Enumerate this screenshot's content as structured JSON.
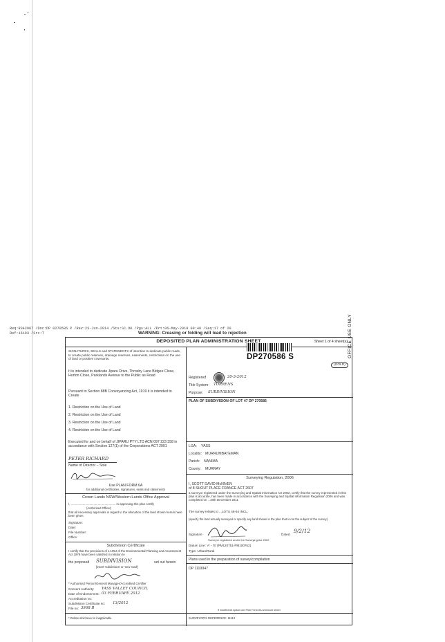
{
  "header": {
    "line1": "Req:R342967 /Doc:DP 0270586 P /Rev:23-Jun-2014 /Sts:SC.OK /Pgs:ALL /Prt:06-May-2019 09:40 /Seq:17 of 20",
    "line2": "Ref:16193 /Src:T",
    "warning": "WARNING: Creasing or folding will lead to rejection"
  },
  "side_label": "OFFICE USE ONLY",
  "sheet": {
    "title": "DEPOSITED PLAN ADMINISTRATION SHEET",
    "sheet_no": "Sheet  1  of  4  sheet(s)"
  },
  "left": {
    "signatures_heading": "SIGNATURES, SEALS and STATEMENTS of intention to dedicate public roads, to create public reserves, drainage reserves, easements, restrictions on the use of land or positive covenants.",
    "intention_text": "It is intended to dedicate Jiparu Drive, Throsby Lane Bidgee Close, Horton Close, Parklands Avenue to the Public as Road",
    "pursuant_text": "Pursuant to Section 88B Conveyancing Act, 1919 it is intended to Create",
    "restrictions": [
      "1.  Restriction on the Use of Land",
      "2.  Restriction on the Use of Land",
      "3.  Restriction on the Use of Land",
      "4.  Restriction on the Use of Land"
    ],
    "executed_text": "Executed for and on behalf of JIPARU PTY LTD ACN 097 223 358 in accordance with Section 127(1) of the Corporations ACT 2001",
    "director_name_handwritten": "PETER RICHARD",
    "director_label": "Name of Director – Sole",
    "use_form": "Use PLAN FORM 6A",
    "use_form_sub": "for additional certificates, signatures, seals and statements",
    "crown_heading": "Crown Lands NSW/Western Lands Office Approval",
    "crown_line1": "I, ..................................................... in approving this plan certify",
    "crown_line1b": "(Authorised Officer)",
    "crown_line2": "that all necessary approvals in regard to the allocation of the land shown herein have been given.",
    "crown_fields": [
      "Signature:",
      "Date:",
      "File Number:",
      "Office:"
    ],
    "subdivision_heading": "Subdivision Certificate",
    "subdivision_text": "I certify that the provisions of s.109J of the Environmental Planning and Assessment Act 1979 have been satisfied in relation to",
    "proposed_label": "the proposed",
    "proposed_value": "SUBDIVISION",
    "set_out": "set out herein",
    "insert_note": "[insert 'subdivision' or 'new road']",
    "authorised_person": "* Authorised Person/General Manager/Accredited Certifier",
    "consent_authority_label": "Consent Authority:",
    "consent_authority_value": "YASS VALLEY COUNCIL",
    "endorsement_label": "Date of Endorsement:",
    "endorsement_value": "03 FEBRUARY 2012",
    "accreditation_label": "Accreditation no:",
    "cert_no_label": "Subdivision Certificate no:",
    "cert_no_value": "13/2012",
    "file_no_label": "File no:",
    "file_no_value": "3968 B",
    "footnote": "* Delete whichever is inapplicable."
  },
  "right": {
    "dp_number": "DP270586 S",
    "gold_badge": "(GOLD)",
    "registered_label": "Registered",
    "registered_date": "20-3-2012",
    "title_system_label": "Title System:",
    "title_system_value": "TORRENS",
    "purpose_label": "Purpose:",
    "purpose_value": "SUBDIVISION",
    "plan_of": "PLAN OF SUBDIVISION OF LOT 47 DP 270586",
    "lga_label": "LGA:",
    "lga_value": "YASS",
    "locality_label": "Locality:",
    "locality_value": "MURRUMBATEMAN",
    "parish_label": "Parish:",
    "parish_value": "NANIMA",
    "county_label": "County:",
    "county_value": "MURRAY",
    "surveying_heading": "Surveying Regulation, 2006",
    "surveyor_line": "I,  SCOTT DAVID McNIVEN",
    "surveyor_address": "of  8 SHOUT PLACE FRANCE  ACT 2607",
    "surveyor_text": "a surveyor registered under the Surveying and Spatial Information Act 2002, certify that the survey represented in this plan is accurate, has been made in accordance with the Surveying and Spatial Information Regulation 2006 and was completed on ...20th December 2011",
    "survey_relates": "The survey relates to  ...LOTS 48-94 INCL.",
    "specify_note": "(specify the land actually surveyed or specify any land shown in the plan that is not the subject of the survey)",
    "signature_label": "Signature",
    "dated_label": "Dated",
    "dated_value": "9/2/12",
    "surveyor_reg": "Surveyor registered under the Surveying Act 2002",
    "datum_line": "Datum Line:  'A' - 'B'    (PM120751-PM100762)",
    "type_label": "Type: Urban/Rural",
    "plans_used": "Plans used in the preparation of survey/compilation",
    "plan_ref": "DP 1119947",
    "insufficient": "If insufficient space use Plan Form 6A annexure sheet",
    "surveyors_ref": "SURVEYOR'S REFERENCE: 11113"
  }
}
